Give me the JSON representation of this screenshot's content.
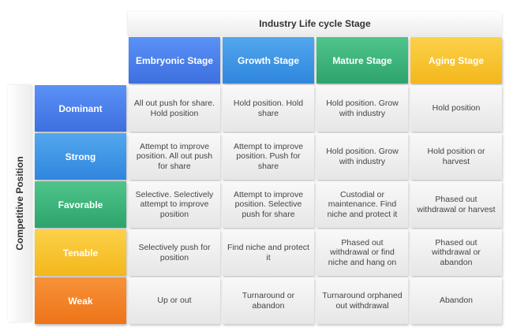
{
  "header": {
    "title": "Industry Life cycle Stage"
  },
  "side": {
    "title": "Competitive Position"
  },
  "columns": [
    {
      "label": "Embryonic Stage",
      "color": "#4a7ff0"
    },
    {
      "label": "Growth Stage",
      "color": "#3f97e6"
    },
    {
      "label": "Mature Stage",
      "color": "#3bb47a"
    },
    {
      "label": "Aging Stage",
      "color": "#f8c532"
    }
  ],
  "rows": [
    {
      "label": "Dominant",
      "color": "#4a7ff0",
      "cells": [
        "All out push for share. Hold position",
        "Hold position. Hold share",
        "Hold position. Grow with industry",
        "Hold position"
      ]
    },
    {
      "label": "Strong",
      "color": "#3f97e6",
      "cells": [
        "Attempt to improve position. All out push for share",
        "Attempt to improve position. Push for share",
        "Hold position. Grow with industry",
        "Hold position or harvest"
      ]
    },
    {
      "label": "Favorable",
      "color": "#3bb47a",
      "cells": [
        "Selective. Selectively attempt to improve position",
        "Attempt to improve position. Selective push for share",
        "Custodial or maintenance. Find niche and protect it",
        "Phased out withdrawal or harvest"
      ]
    },
    {
      "label": "Tenable",
      "color": "#f8c532",
      "cells": [
        "Selectively push for position",
        "Find niche and protect it",
        "Phased out withdrawal or find niche and hang on",
        "Phased out withdrawal or abandon"
      ]
    },
    {
      "label": "Weak",
      "color": "#f28328",
      "cells": [
        "Up or out",
        "Turnaround or abandon",
        "Turnaround orphaned out withdrawal",
        "Abandon"
      ]
    }
  ]
}
